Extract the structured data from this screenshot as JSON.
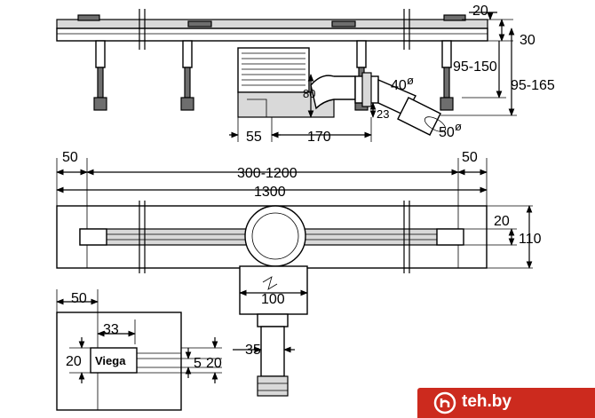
{
  "dimensions": {
    "top_20": "20",
    "top_30": "30",
    "top_95_150": "95-150",
    "top_95_165": "95-165",
    "top_80": "80",
    "top_40": "40",
    "top_diam_1": "ø",
    "top_23": "23",
    "top_50": "50",
    "top_diam_2": "ø",
    "top_55": "55",
    "top_170": "170",
    "plan_50_left": "50",
    "plan_50_right": "50",
    "plan_300_1200": "300-1200",
    "plan_1300": "1300",
    "plan_20": "20",
    "plan_110": "110",
    "plan_100": "100",
    "plan_35": "35",
    "detail_50": "50",
    "detail_33": "33",
    "detail_20_left": "20",
    "detail_5": "5",
    "detail_20_right": "20"
  },
  "brand": {
    "label": "Viega"
  },
  "watermark": {
    "text": "teh.by",
    "color": "#cc2a1e"
  },
  "colors": {
    "line": "#000000",
    "fill_light": "#d9d9d9",
    "fill_dark": "#6e6e6e"
  }
}
